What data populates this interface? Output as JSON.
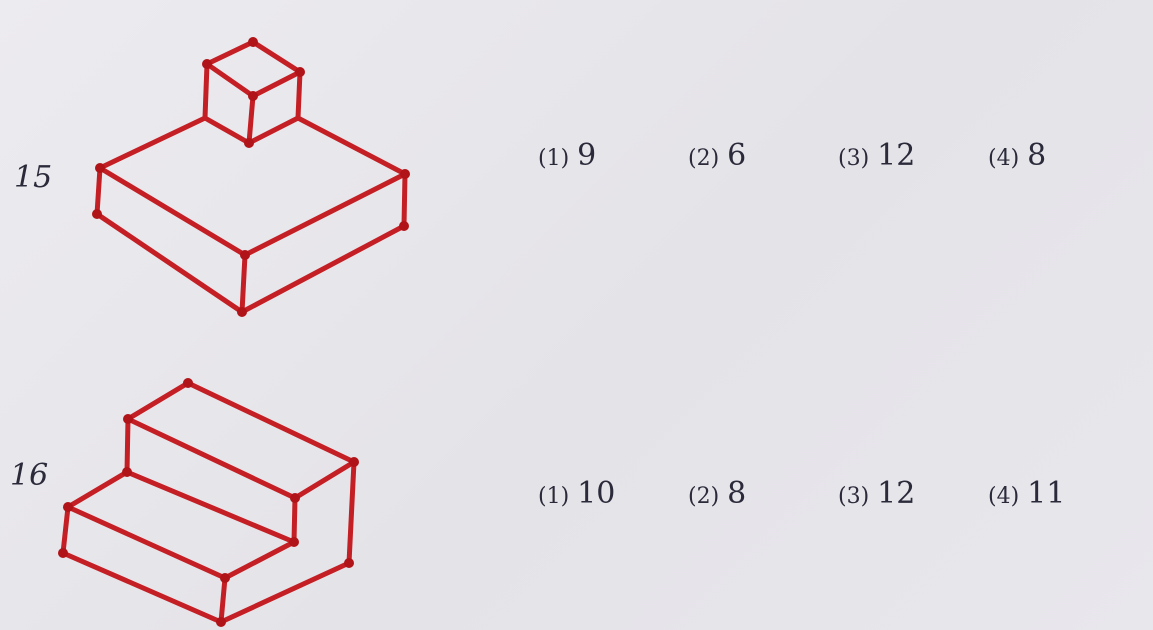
{
  "questions": [
    {
      "number": "15",
      "options": [
        {
          "label": "(1)",
          "value": "9"
        },
        {
          "label": "(2)",
          "value": "6"
        },
        {
          "label": "(3)",
          "value": "12"
        },
        {
          "label": "(4)",
          "value": "8"
        }
      ]
    },
    {
      "number": "16",
      "options": [
        {
          "label": "(1)",
          "value": "10"
        },
        {
          "label": "(2)",
          "value": "8"
        },
        {
          "label": "(3)",
          "value": "12"
        },
        {
          "label": "(4)",
          "value": "11"
        }
      ]
    }
  ],
  "colors": {
    "line": "#c41f24",
    "vertex": "#b01418",
    "ink": "#2a2a3a"
  }
}
